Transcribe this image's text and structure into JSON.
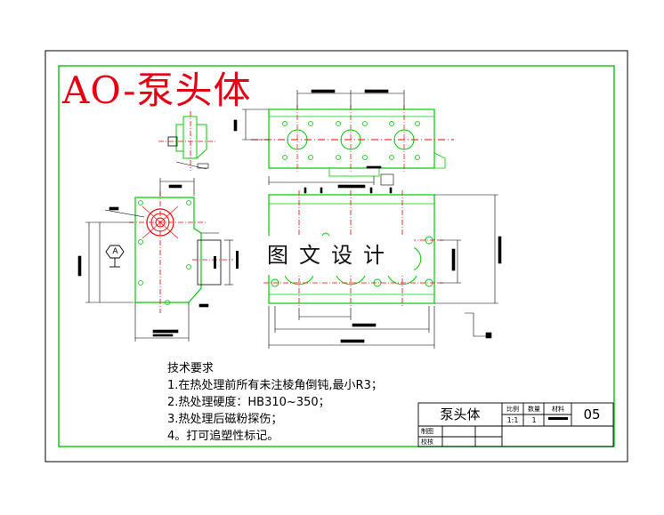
{
  "drawing": {
    "title": "AO-泵头体",
    "watermark": "图文设计"
  },
  "tech_requirements": {
    "heading": "技术要求",
    "items": [
      "1.在热处理前所有未注棱角倒钝,最小R3；",
      "2.热处理硬度：HB310~350；",
      "3.热处理后磁粉探伤；",
      "4。打可追塑性标记。"
    ]
  },
  "title_block": {
    "part_name": "泵头体",
    "scale_label": "比例",
    "scale_value": "1:1",
    "quantity_label": "数量",
    "quantity_value": "1",
    "material_label": "材料",
    "drawing_no": "05",
    "drawn_label": "制图",
    "checked_label": "校核"
  },
  "datum_label": "A",
  "colors": {
    "title_red": "#e60012",
    "outline_green": "#00cc00",
    "centerline_red": "#ff0000",
    "dimension_black": "#000000"
  }
}
